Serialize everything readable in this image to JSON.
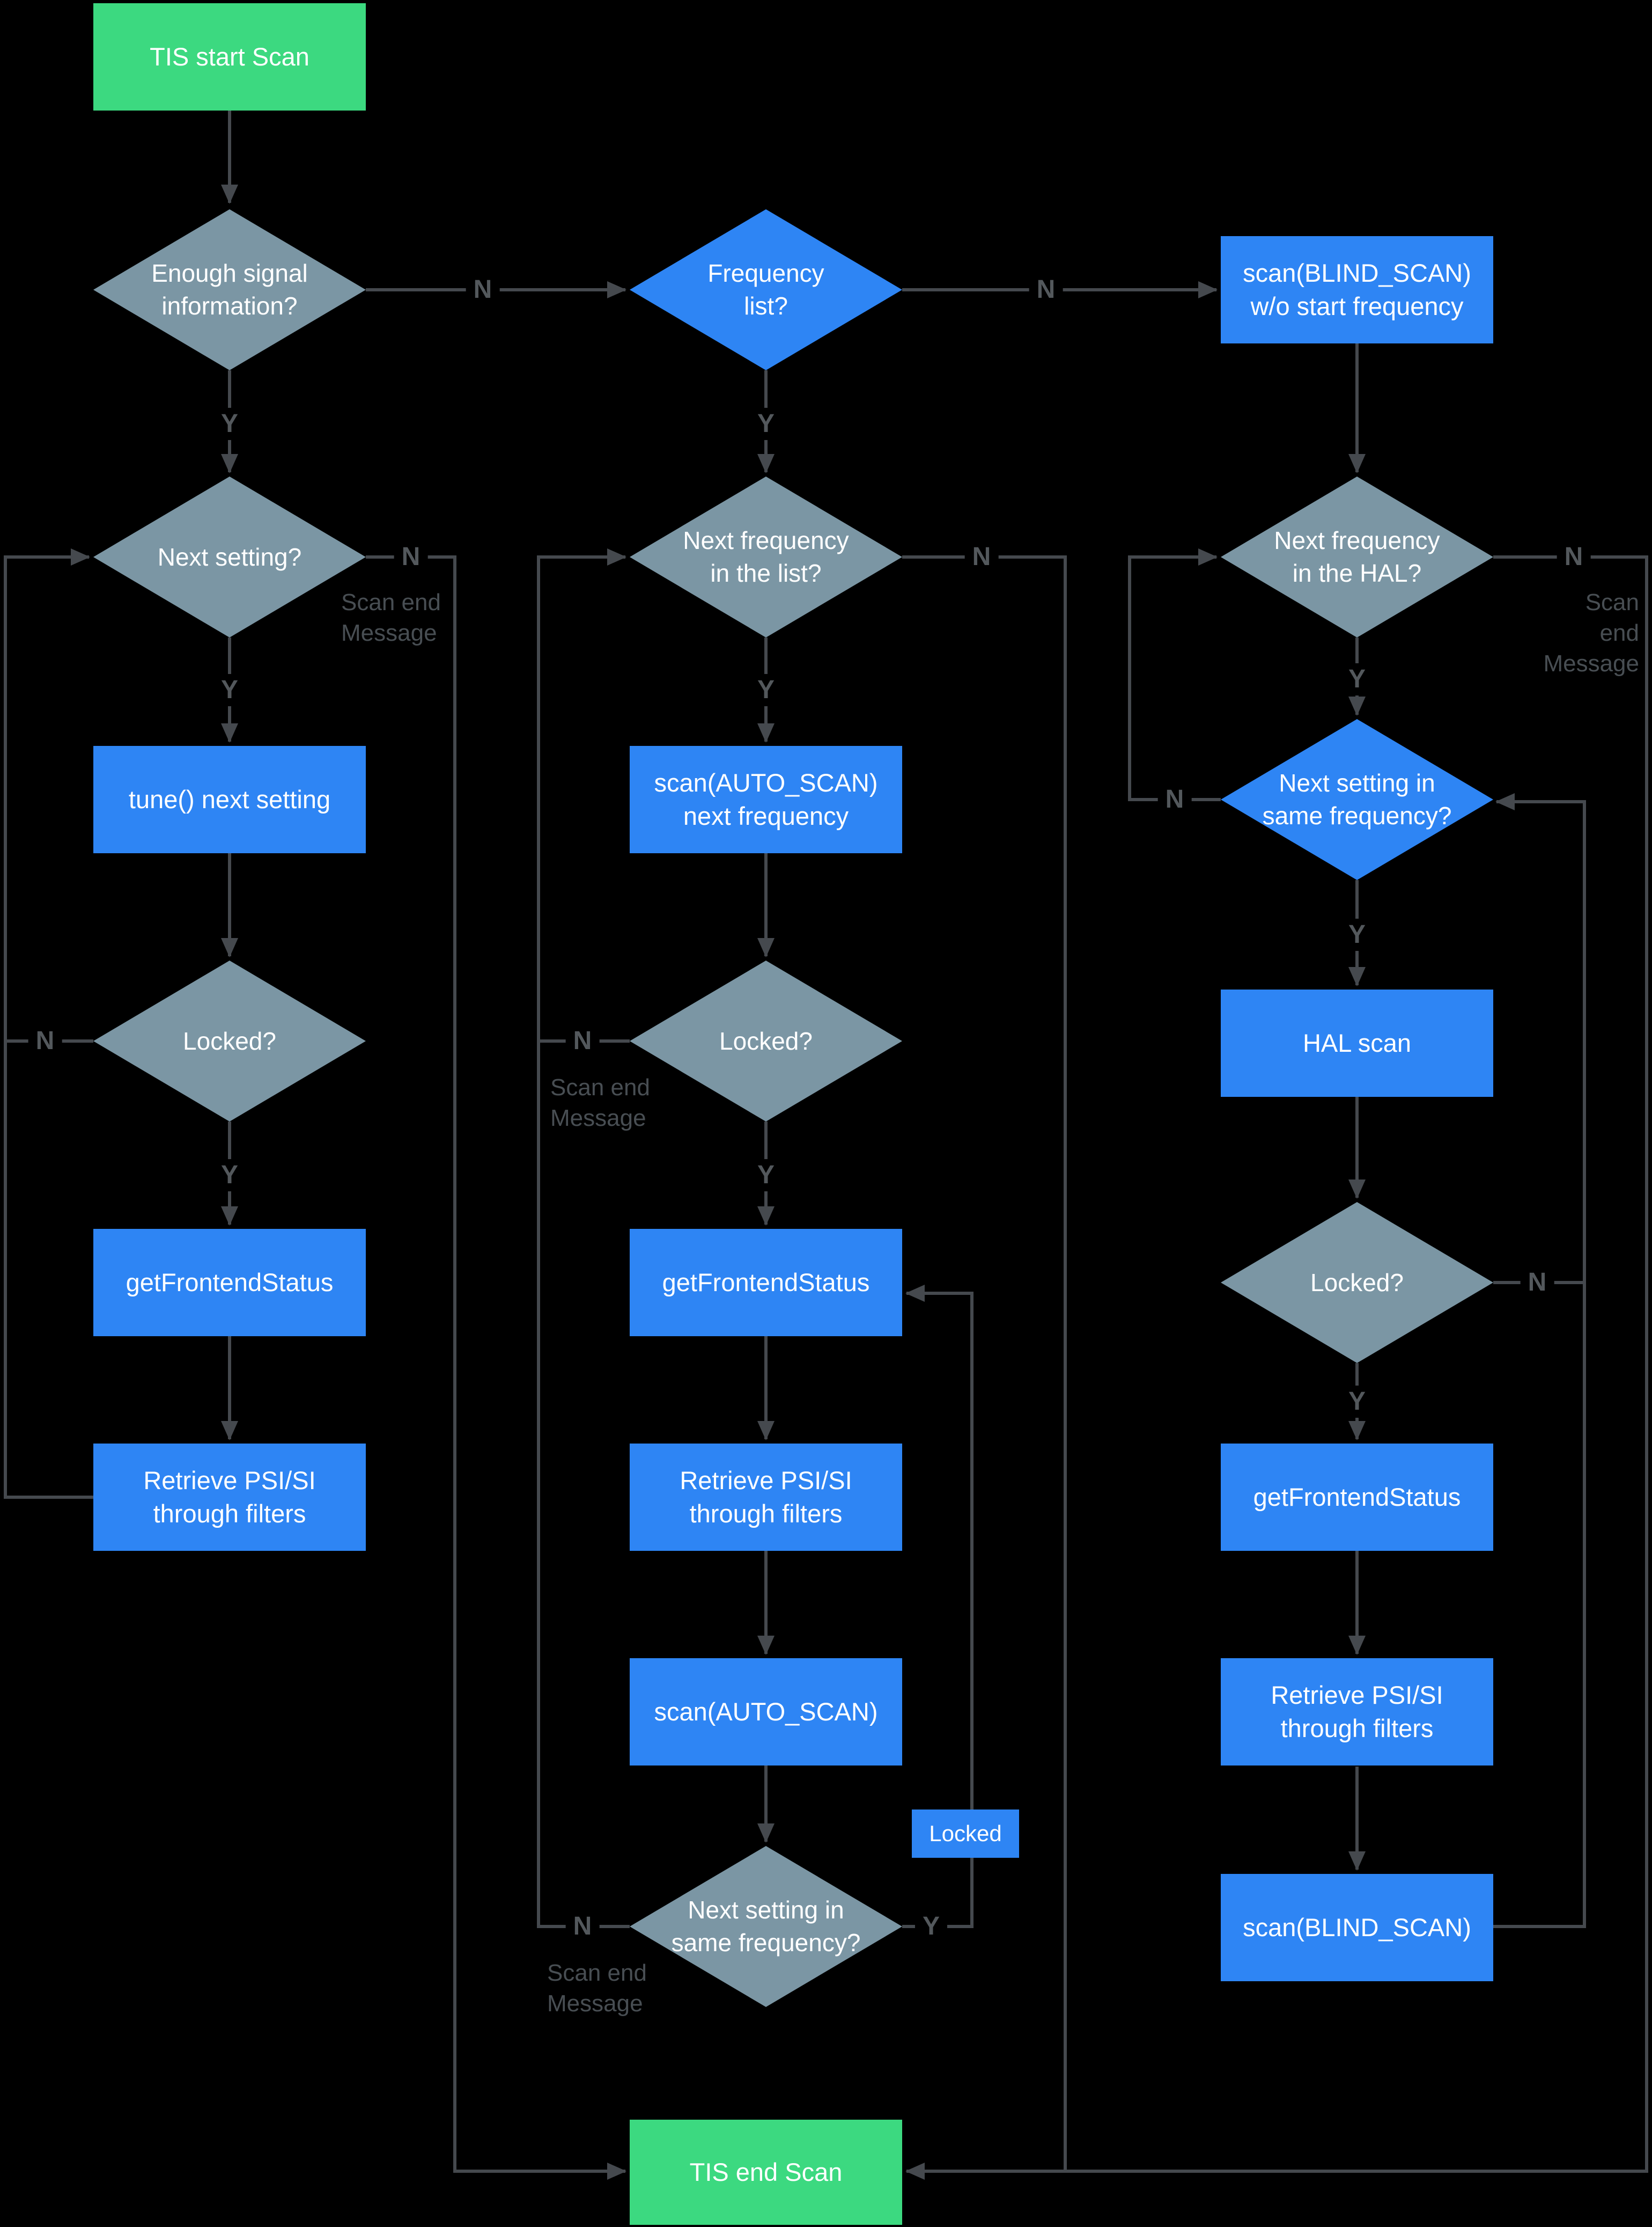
{
  "colors": {
    "background": "#000000",
    "process_blue": "#2E85F4",
    "decision_gray": "#7B96A4",
    "terminal_green": "#3CD980",
    "line": "#45494E",
    "branch_label": "#53585C",
    "annotation": "#484E53",
    "node_text": "#FFFFFF"
  },
  "nodes": {
    "tis_start": "TIS start Scan",
    "enough_signal": "Enough signal\ninformation?",
    "next_setting": "Next setting?",
    "tune_next_setting": "tune() next setting",
    "locked_1": "Locked?",
    "get_frontend_status_1": "getFrontendStatus",
    "retrieve_psi_1": "Retrieve PSI/SI\nthrough filters",
    "frequency_list": "Frequency\nlist?",
    "next_frequency_list": "Next frequency\nin the list?",
    "scan_auto_next_frequency": "scan(AUTO_SCAN)\nnext frequency",
    "locked_2": "Locked?",
    "get_frontend_status_2": "getFrontendStatus",
    "retrieve_psi_2": "Retrieve PSI/SI\nthrough filters",
    "scan_auto": "scan(AUTO_SCAN)",
    "next_setting_same_frequency_2": "Next setting in\nsame frequency?",
    "tis_end": "TIS end Scan",
    "scan_blind_wo_start": "scan(BLIND_SCAN)\nw/o start frequency",
    "next_frequency_hal": "Next frequency\nin the HAL?",
    "next_setting_same_frequency_3": "Next setting in\nsame frequency?",
    "hal_scan": "HAL scan",
    "locked_3": "Locked?",
    "get_frontend_status_3": "getFrontendStatus",
    "retrieve_psi_3": "Retrieve PSI/SI\nthrough filters",
    "scan_blind": "scan(BLIND_SCAN)"
  },
  "edge_labels": {
    "yes": "Y",
    "no": "N",
    "scan_end": "Scan end\nMessage",
    "locked_tag": "Locked"
  }
}
